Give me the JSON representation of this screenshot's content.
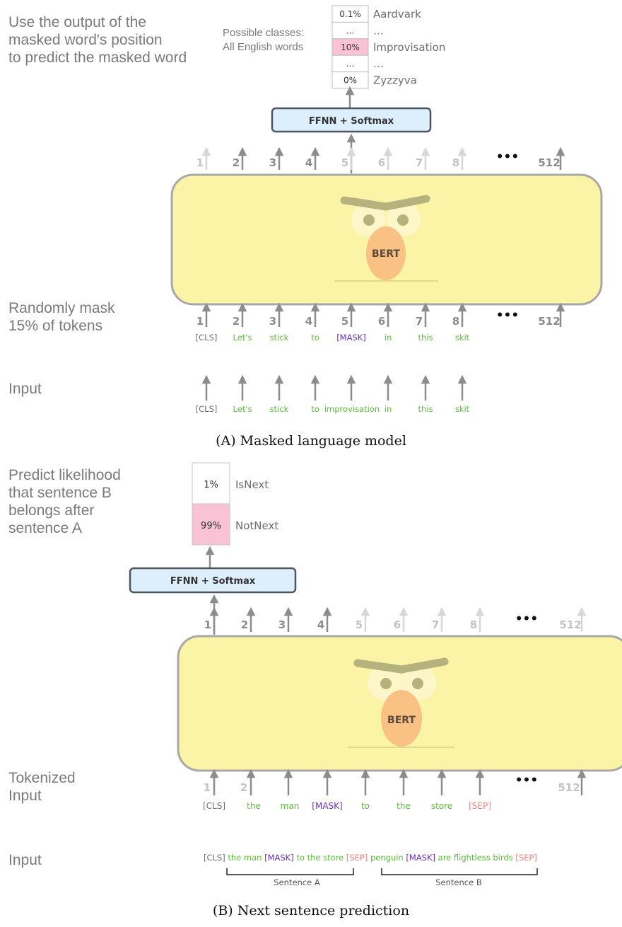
{
  "part_a": {
    "description": "Use the output of the\nmasked word's position\nto predict the masked word",
    "classes_label": "Possible classes:\nAll English words",
    "output_table": [
      {
        "pct": "0.1%",
        "word": "Aardvark",
        "highlight": false
      },
      {
        "pct": "...",
        "word": "...",
        "highlight": false
      },
      {
        "pct": "10%",
        "word": "Improvisation",
        "highlight": true
      },
      {
        "pct": "...",
        "word": "...",
        "highlight": false
      },
      {
        "pct": "0%",
        "word": "Zyzzyva",
        "highlight": false
      }
    ],
    "ffnn_label": "FFNN + Softmax",
    "model_label": "BERT",
    "output_positions": [
      "1",
      "2",
      "3",
      "4",
      "5",
      "6",
      "7",
      "8",
      "512"
    ],
    "mask_label": "Randomly mask\n15% of tokens",
    "input_positions": [
      "1",
      "2",
      "3",
      "4",
      "5",
      "6",
      "7",
      "8",
      "512"
    ],
    "masked_tokens": [
      "[CLS]",
      "Let's",
      "stick",
      "to",
      "[MASK]",
      "in",
      "this",
      "skit"
    ],
    "input_label": "Input",
    "input_tokens": [
      "[CLS]",
      "Let's",
      "stick",
      "to",
      "improvisation",
      "in",
      "this",
      "skit"
    ],
    "ellipsis": "•••",
    "caption_prefix": "(A)",
    "caption_text": "Masked language model"
  },
  "part_b": {
    "description": "Predict likelihood\nthat sentence B\nbelongs after\nsentence A",
    "output_table": [
      {
        "pct": "1%",
        "word": "IsNext",
        "highlight": false
      },
      {
        "pct": "99%",
        "word": "NotNext",
        "highlight": true
      }
    ],
    "ffnn_label": "FFNN + Softmax",
    "model_label": "BERT",
    "output_positions": [
      "1",
      "2",
      "3",
      "4",
      "5",
      "6",
      "7",
      "8",
      "512"
    ],
    "tokenized_label": "Tokenized\nInput",
    "input_positions": [
      "1",
      "2",
      "512"
    ],
    "tokenized_tokens": [
      "[CLS]",
      "the",
      "man",
      "[MASK]",
      "to",
      "the",
      "store",
      "[SEP]"
    ],
    "input_label": "Input",
    "input_sentence": [
      {
        "text": "[CLS]",
        "kind": "special"
      },
      {
        "text": " the man ",
        "kind": "word"
      },
      {
        "text": "[MASK]",
        "kind": "mask"
      },
      {
        "text": " to the store ",
        "kind": "word"
      },
      {
        "text": "[SEP]",
        "kind": "sep"
      },
      {
        "text": " penguin ",
        "kind": "word"
      },
      {
        "text": "[MASK]",
        "kind": "mask"
      },
      {
        "text": " are flightless birds ",
        "kind": "word"
      },
      {
        "text": "[SEP]",
        "kind": "sep"
      }
    ],
    "sentence_a_label": "Sentence A",
    "sentence_b_label": "Sentence B",
    "ellipsis": "•••",
    "caption_prefix": "(B)",
    "caption_text": "Next sentence prediction"
  },
  "colors": {
    "model_fill": "#fbf3a6",
    "model_stroke": "#a8a8a8",
    "ffnn_fill": "#ddeefc",
    "ffnn_stroke": "#4d5660",
    "highlight": "#f9c3d5",
    "word_green": "#5cbf3a",
    "mask_purple": "#6a2fb3",
    "sep_red": "#f08080",
    "special_gray": "#6e6e6e",
    "arrow_dark": "#8c8c8c",
    "arrow_light": "#d7d7d7",
    "nose": "#f9c184",
    "brow": "#b5b27e",
    "eye_white": "#fcf6c9",
    "pupil": "#b5b27e"
  }
}
